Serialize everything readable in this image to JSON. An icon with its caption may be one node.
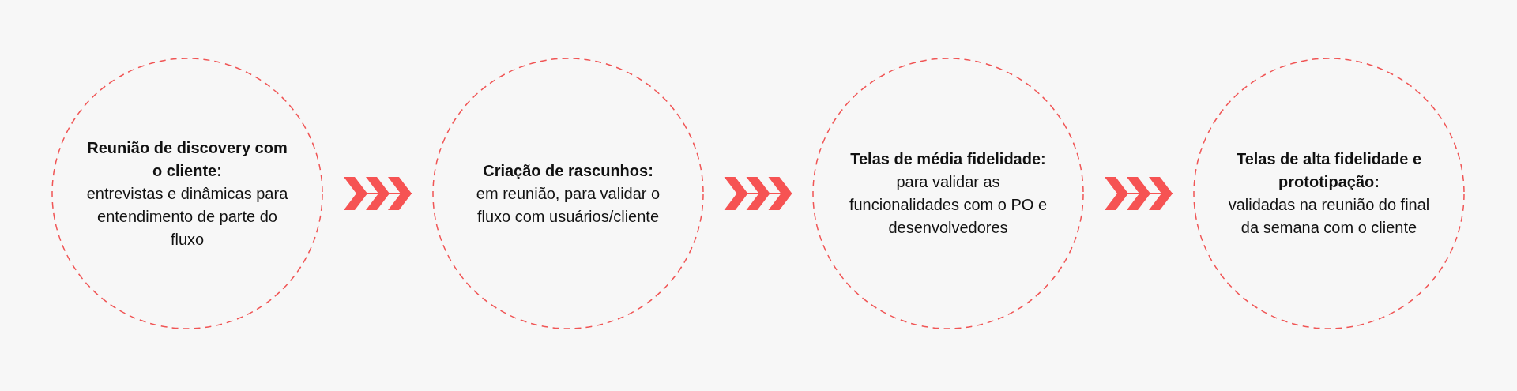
{
  "diagram": {
    "nodes": [
      {
        "text": [
          "Reunião de discovery com o cliente:",
          "entrevistas e dinâmicas para entendimento de parte do fluxo"
        ]
      },
      {
        "text": [
          "Criação de rascunhos:",
          "em reunião, para validar o fluxo com usuários/cliente"
        ]
      },
      {
        "text": [
          "Telas de média fidelidade:",
          "para validar as funcionalidades com o PO e desenvolvedores"
        ]
      },
      {
        "text": [
          "Telas de alta fidelidade e prototipação:",
          "validadas na reunião do final da semana com o cliente"
        ]
      }
    ],
    "edges": [
      {
        "from": 0,
        "to": 1,
        "arrow": "to"
      },
      {
        "from": 1,
        "to": 2,
        "arrow": "to"
      },
      {
        "from": 2,
        "to": 3,
        "arrow": "to"
      }
    ]
  }
}
